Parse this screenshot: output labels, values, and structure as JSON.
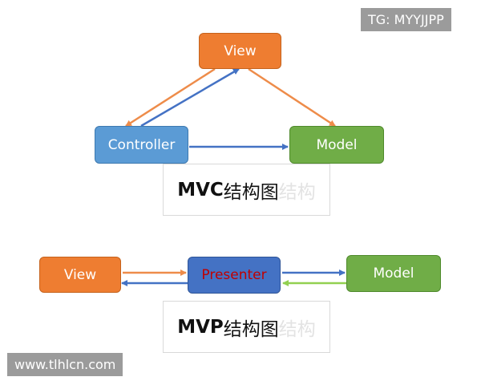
{
  "mvc": {
    "view": "View",
    "controller": "Controller",
    "model": "Model",
    "caption_bold": "MVC",
    "caption_text": "结构图",
    "caption_ghost": "结构"
  },
  "mvp": {
    "view": "View",
    "presenter": "Presenter",
    "model": "Model",
    "caption_bold": "MVP",
    "caption_text": "结构图",
    "caption_ghost": "结构"
  },
  "watermarks": {
    "top_right": "TG: MYYJJPP",
    "bottom_left": "www.tlhlcn.com"
  },
  "colors": {
    "orange": "#ee7d31",
    "blue": "#5b9bd5",
    "green": "#70ad47",
    "presenter_fill": "#4472c4",
    "presenter_text": "#c00000",
    "arrow_orange": "#ee8c4a",
    "arrow_blue": "#4472c4",
    "arrow_green": "#92d050"
  }
}
